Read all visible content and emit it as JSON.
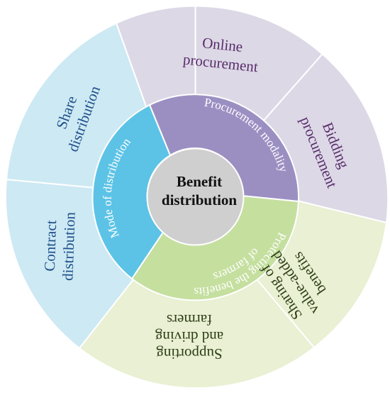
{
  "center": {
    "line1": "Benefit",
    "line2": "distribution"
  },
  "middle": {
    "procurement": "Procurement modality",
    "protecting_line1": "Protecting the benefits",
    "protecting_line2": "of farmers",
    "mode": "Mode of distribution"
  },
  "outer": {
    "online": {
      "line1": "Online",
      "line2": "procurement"
    },
    "bidding": {
      "line1": "Bidding",
      "line2": "procurement"
    },
    "sharing": {
      "line1": "Sharing of",
      "line2": "value-added",
      "line3": "benefits"
    },
    "supporting": {
      "line1": "Supporting",
      "line2": "and driving",
      "line3": "farmers"
    },
    "contract": {
      "line1": "Contract",
      "line2": "distribution"
    },
    "share": {
      "line1": "Share",
      "line2": "distribution"
    }
  },
  "colors": {
    "purple_light": "#dcd8e6",
    "purple_mid": "#9b8fc2",
    "green_light": "#e9f0d3",
    "green_mid": "#c5df9f",
    "blue_light": "#cde9f3",
    "blue_mid": "#5cc3e6",
    "center": "#cfcfcf"
  }
}
